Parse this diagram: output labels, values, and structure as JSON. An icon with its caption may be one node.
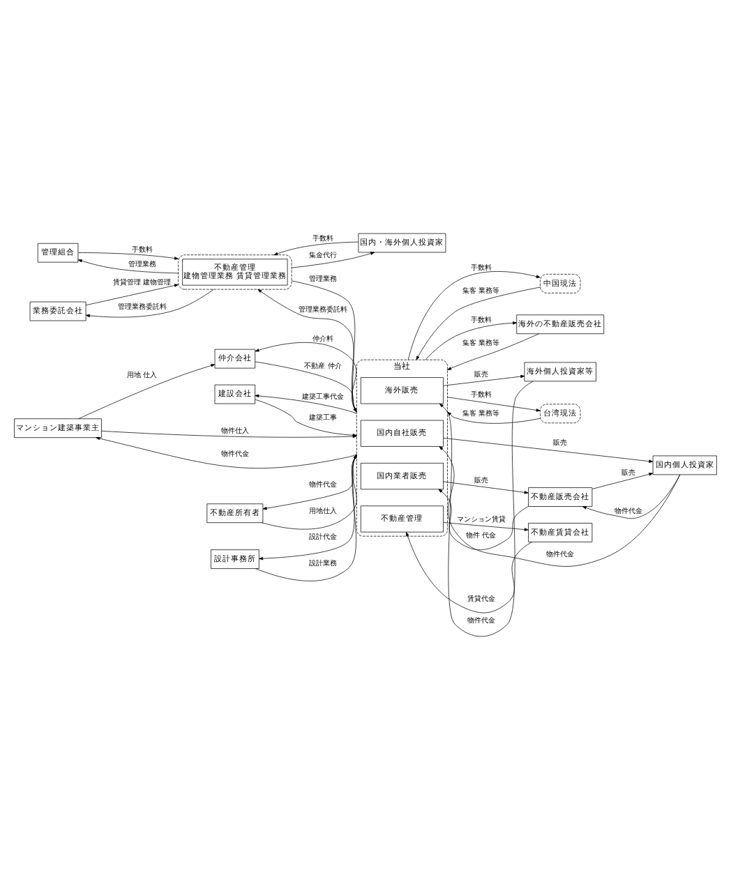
{
  "diagram": {
    "nodes": [
      {
        "text": [
          "業務委託会社"
        ]
      },
      {
        "text": [],
        "shape": "box"
      },
      {
        "text": [
          "不動産管理",
          "建物管理業務 賃貸管理業務"
        ],
        "in": 1
      },
      {
        "text": [
          "管理組合"
        ]
      },
      {
        "text": [
          "国内・海外個人投資家"
        ]
      },
      {
        "text": [
          "当社"
        ]
      },
      {
        "text": [
          "国内自社販売"
        ],
        "in": 5
      },
      {
        "text": [
          "国内業者販売"
        ],
        "in": 5
      },
      {
        "text": [
          "不動産管理"
        ],
        "in": 5
      },
      {
        "text": [
          "海外販売"
        ],
        "in": 5
      },
      {
        "text": [
          "マンション建築事業主"
        ]
      },
      {
        "text": [
          "仲介会社"
        ]
      },
      {
        "text": [
          "不動産所有者"
        ]
      },
      {
        "text": [
          "設計事務所"
        ]
      },
      {
        "text": [
          "建設会社"
        ]
      },
      {
        "text": [
          "国内個人投資家"
        ]
      },
      {
        "text": [
          "不動産販売会社"
        ]
      },
      {
        "text": [
          "不動産賃貸会社"
        ]
      },
      {
        "text": [
          "海外個人投資家等"
        ]
      },
      {
        "text": [
          "台湾現法"
        ]
      },
      {
        "text": [
          "中国現法"
        ]
      },
      {
        "text": [
          "海外の不動産販売会社"
        ]
      }
    ],
    "edges": [
      {
        "from": 0,
        "to": 1,
        "arrow": "to",
        "label": "賃貸管理 建物管理"
      },
      {
        "from": 1,
        "to": 0,
        "arrow": "to",
        "label": "管理業務委託料"
      },
      {
        "from": 1,
        "to": 3,
        "arrow": "to",
        "label": "管理業務"
      },
      {
        "from": 3,
        "to": 1,
        "arrow": "to",
        "label": "手数料"
      },
      {
        "from": 4,
        "to": 1,
        "arrow": "to",
        "label": "手数料"
      },
      {
        "from": 1,
        "to": 4,
        "arrow": "to",
        "label": "集金代行"
      },
      {
        "from": 1,
        "to": 5,
        "arrow": "to",
        "label": "管理業務"
      },
      {
        "from": 5,
        "to": 1,
        "arrow": "to",
        "label": "管理業務委託料"
      },
      {
        "from": 5,
        "to": 10,
        "arrow": "to",
        "label": "物件代金"
      },
      {
        "from": 10,
        "to": 5,
        "arrow": "to",
        "label": "物件仕入"
      },
      {
        "from": 10,
        "to": 11,
        "arrow": "to",
        "label": "用地 仕入"
      },
      {
        "from": 5,
        "to": 11,
        "arrow": "to",
        "label": "仲介料"
      },
      {
        "from": 11,
        "to": 5,
        "arrow": "to",
        "label": "不動産 仲介"
      },
      {
        "from": 5,
        "to": 12,
        "arrow": "to",
        "label": "物件代金"
      },
      {
        "from": 12,
        "to": 5,
        "arrow": "to",
        "label": "用地仕入"
      },
      {
        "from": 5,
        "to": 13,
        "arrow": "to",
        "label": "設計代金"
      },
      {
        "from": 13,
        "to": 5,
        "arrow": "to",
        "label": "設計業務"
      },
      {
        "from": 5,
        "to": 14,
        "arrow": "to",
        "label": "建築工事代金"
      },
      {
        "from": 14,
        "to": 5,
        "arrow": "to",
        "label": "建築工事"
      },
      {
        "from": 15,
        "to": 6,
        "arrow": "to",
        "label": "物件代金"
      },
      {
        "from": 6,
        "to": 15,
        "arrow": "to",
        "label": "販売"
      },
      {
        "from": 16,
        "to": 7,
        "arrow": "to",
        "label": "物件 代金"
      },
      {
        "from": 7,
        "to": 16,
        "arrow": "to",
        "label": "販売"
      },
      {
        "from": 15,
        "to": 16,
        "arrow": "to",
        "label": "物件代金"
      },
      {
        "from": 16,
        "to": 15,
        "arrow": "to",
        "label": "販売"
      },
      {
        "from": 17,
        "to": 8,
        "arrow": "to",
        "label": "賃貸代金"
      },
      {
        "from": 8,
        "to": 17,
        "arrow": "to",
        "label": "マンション賃貸"
      },
      {
        "from": 18,
        "to": 9,
        "arrow": "to",
        "label": "物件代金"
      },
      {
        "from": 9,
        "to": 18,
        "arrow": "to",
        "label": "販売"
      },
      {
        "from": 5,
        "to": 19,
        "arrow": "to",
        "label": "手数料"
      },
      {
        "from": 19,
        "to": 5,
        "arrow": "to",
        "label": "集客 業務等"
      },
      {
        "from": 5,
        "to": 20,
        "arrow": "to",
        "label": "手数料"
      },
      {
        "from": 20,
        "to": 5,
        "arrow": "to",
        "label": "集客 業務等"
      },
      {
        "from": 5,
        "to": 21,
        "arrow": "to",
        "label": "手数料"
      },
      {
        "from": 21,
        "to": 5,
        "arrow": "to",
        "label": "集客 業務等"
      }
    ]
  }
}
